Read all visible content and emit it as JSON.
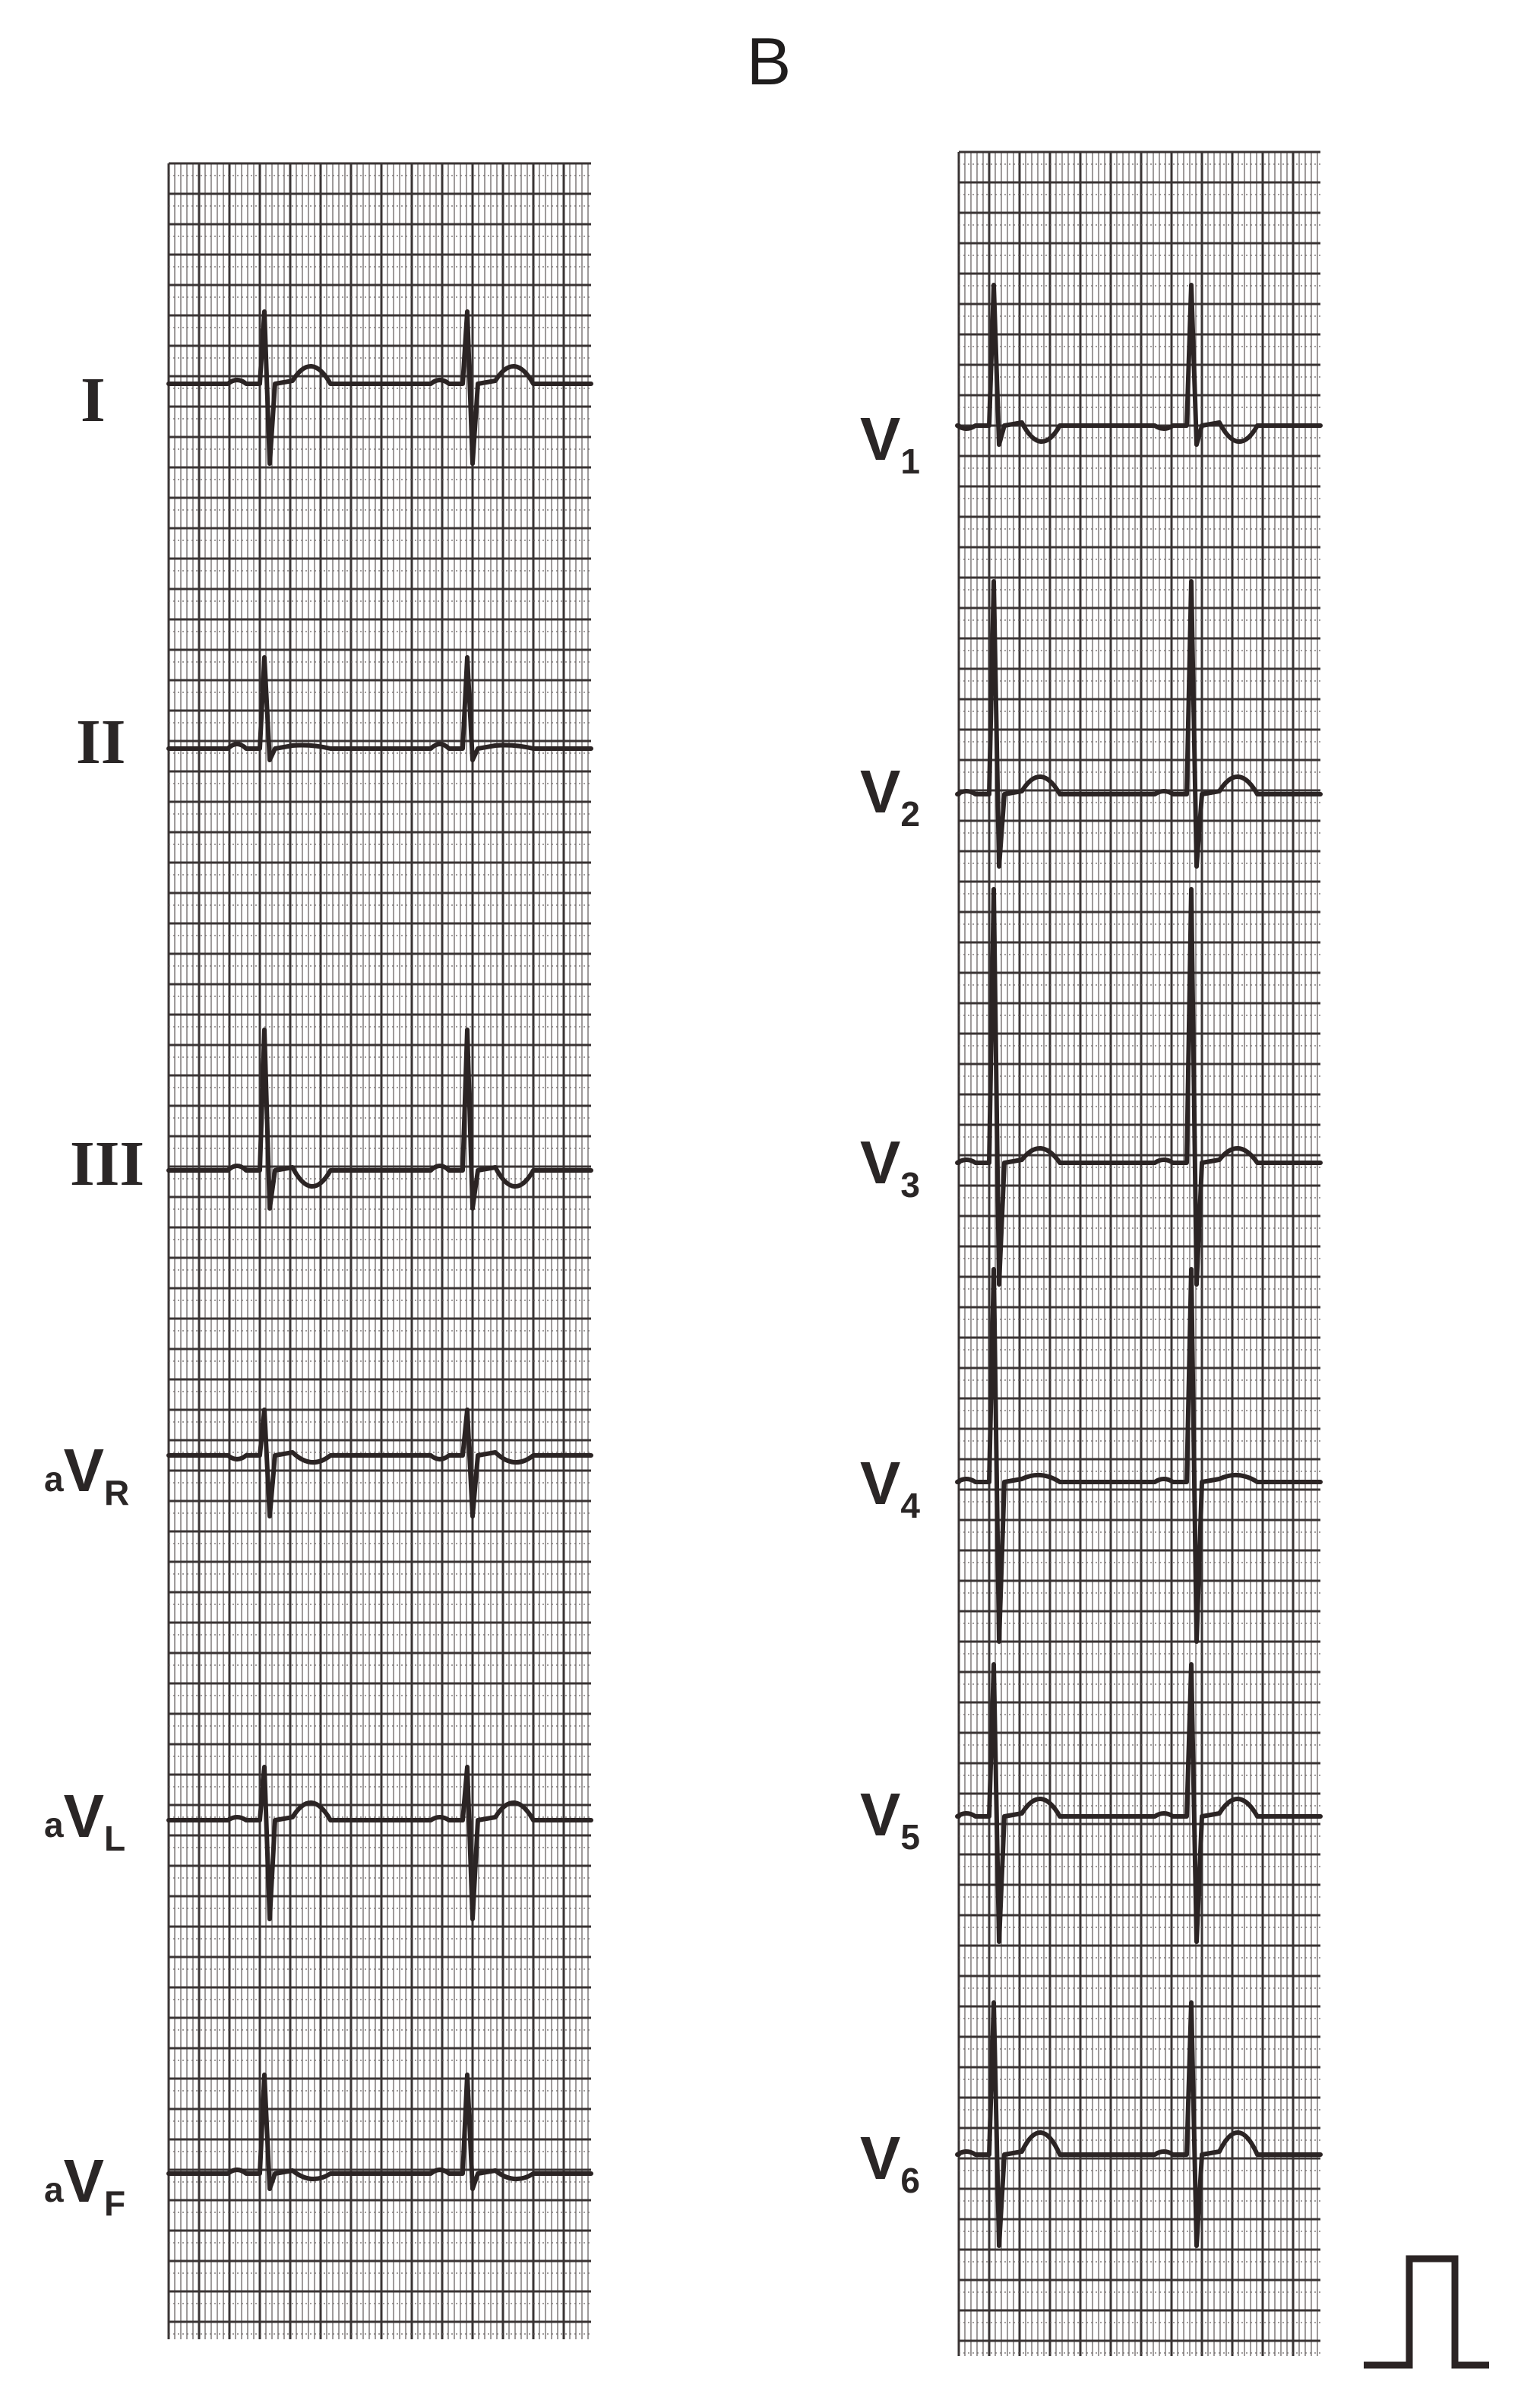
{
  "figure": {
    "panel_letter": "B",
    "limb_leads": [
      {
        "id": "I",
        "label": "I"
      },
      {
        "id": "II",
        "label": "II"
      },
      {
        "id": "III",
        "label": "III"
      },
      {
        "id": "aVR",
        "prefix": "a",
        "main": "V",
        "sub": "R"
      },
      {
        "id": "aVL",
        "prefix": "a",
        "main": "V",
        "sub": "L"
      },
      {
        "id": "aVF",
        "prefix": "a",
        "main": "V",
        "sub": "F"
      }
    ],
    "precordial_leads": [
      {
        "id": "V1",
        "main": "V",
        "sub": "1"
      },
      {
        "id": "V2",
        "main": "V",
        "sub": "2"
      },
      {
        "id": "V3",
        "main": "V",
        "sub": "3"
      },
      {
        "id": "V4",
        "main": "V",
        "sub": "4"
      },
      {
        "id": "V5",
        "main": "V",
        "sub": "5"
      },
      {
        "id": "V6",
        "main": "V",
        "sub": "6"
      }
    ],
    "calibration_pulse": "calibration-pulse",
    "colors": {
      "trace": "#2b2424",
      "grid_major": "#3a3434",
      "grid_minor": "#6b6565",
      "paper": "#ffffff",
      "label": "#2a2626"
    }
  }
}
